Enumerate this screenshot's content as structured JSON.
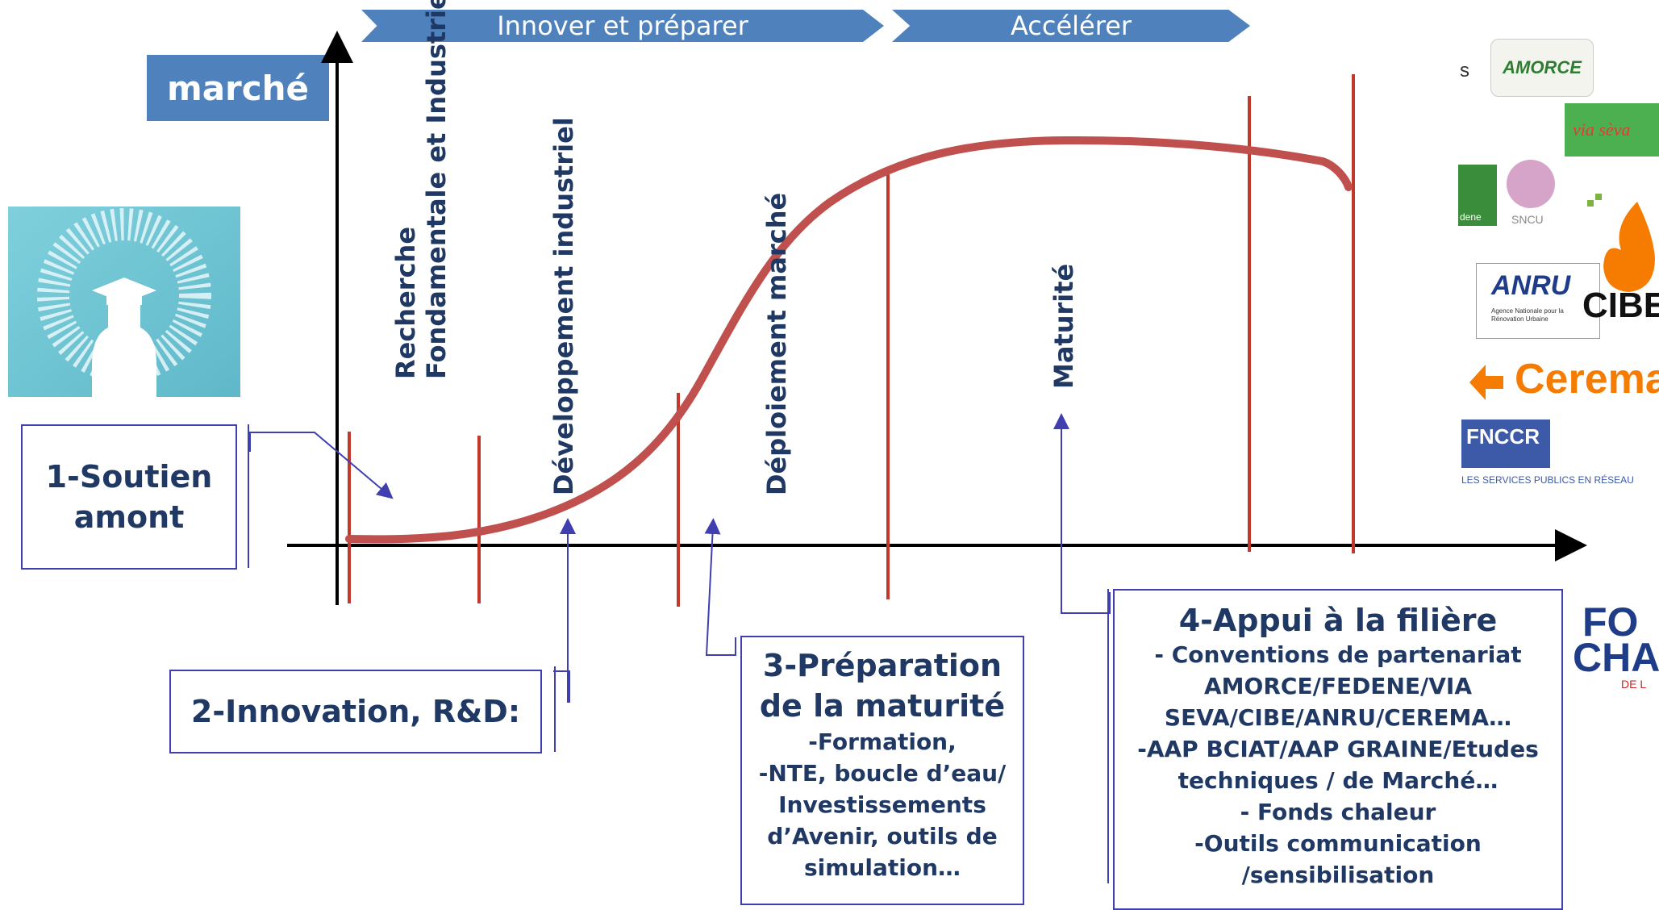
{
  "phases": [
    {
      "label": "Innover et préparer"
    },
    {
      "label": "Accélérer"
    }
  ],
  "axis_label": "marché",
  "stages": [
    {
      "lines": [
        "Recherche",
        "Fondamentale et Industrielle"
      ]
    },
    {
      "lines": [
        "Développement industriel"
      ]
    },
    {
      "lines": [
        "Déploiement marché"
      ]
    },
    {
      "lines": [
        "Maturité"
      ]
    }
  ],
  "boxes": {
    "b1": {
      "title_lines": [
        "1-Soutien",
        "amont"
      ]
    },
    "b2": {
      "title_lines": [
        "2-Innovation,  R&D:"
      ]
    },
    "b3": {
      "title_lines": [
        "3-Préparation",
        "de la maturité"
      ],
      "items": [
        "-Formation,",
        "-NTE, boucle d’eau/",
        "Investissements",
        "d’Avenir, outils de",
        "simulation…"
      ]
    },
    "b4": {
      "title_lines": [
        "4-Appui à la filière"
      ],
      "items": [
        "-   Conventions de partenariat",
        "AMORCE/FEDENE/VIA",
        "SEVA/CIBE/ANRU/CEREMA…",
        "-AAP BCIAT/AAP GRAINE/Etudes",
        "techniques / de Marché…",
        "- Fonds chaleur",
        "-Outils communication",
        "/sensibilisation"
      ]
    }
  },
  "logos": {
    "amorce": "AMORCE",
    "viaseva": "via sèva",
    "fedene": "dene",
    "sncu": "SNCU",
    "anru": "ANRU",
    "anru_sub": "Agence Nationale pour la Rénovation Urbaine",
    "cibe": "CIBE",
    "cerema": "Cerema",
    "fnccr": "FNCCR",
    "fnccr_sub": "LES SERVICES PUBLICS EN RÉSEAU",
    "fonds1": "FO",
    "fonds2": "CHA",
    "fonds3": "DE L",
    "stray": "s"
  },
  "colors": {
    "accent": "#4f81bd",
    "text": "#1f3864",
    "curve": "#c0504d",
    "stage_line": "#c0392b",
    "box_border": "#3f3fb0"
  }
}
